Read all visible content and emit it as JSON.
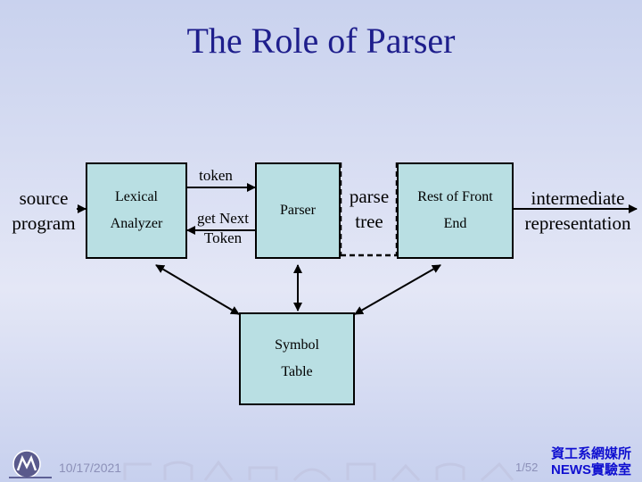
{
  "title": "The Role of Parser",
  "nodes": {
    "source": [
      "source",
      "program"
    ],
    "lexical": [
      "Lexical",
      "Analyzer"
    ],
    "parser": "Parser",
    "rest": [
      "Rest of Front",
      "End"
    ],
    "symbol": [
      "Symbol",
      "Table"
    ],
    "intermediate": [
      "intermediate",
      "representation"
    ]
  },
  "edges": {
    "token": "token",
    "get_next": [
      "get Next",
      "Token"
    ],
    "parse_tree": [
      "parse",
      "tree"
    ]
  },
  "footer": {
    "date": "10/17/2021",
    "page": "1/52",
    "org_line1": "資工系網媒所",
    "org_line2": "NEWS實驗室"
  },
  "colors": {
    "title": "#1e1e8c",
    "box_fill": "#b9dfe3",
    "footer_org": "#1010d0"
  }
}
